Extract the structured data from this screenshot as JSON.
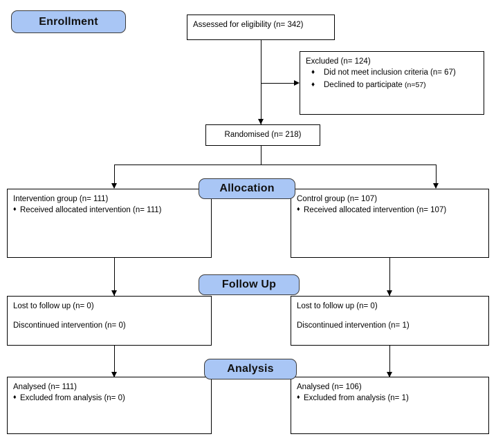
{
  "diagram": {
    "type": "consort-flow-diagram",
    "stages": [
      {
        "id": "enrollment",
        "label": "Enrollment"
      },
      {
        "id": "allocation",
        "label": "Allocation"
      },
      {
        "id": "followup",
        "label": "Follow Up"
      },
      {
        "id": "analysis",
        "label": "Analysis"
      }
    ],
    "colors": {
      "stage_fill": "#A9C6F5",
      "stage_border": "#3a3a3a",
      "box_border": "#000000",
      "background": "#ffffff",
      "text": "#000000"
    },
    "nodes": {
      "assessed": {
        "title": "Assessed for eligibility (n= 342)"
      },
      "excluded": {
        "title": "Excluded (n= 124)",
        "bullets": [
          {
            "text": "Did not meet inclusion criteria (n= 67)"
          },
          {
            "text": "Declined to participate ",
            "small": "(n=57)"
          }
        ]
      },
      "randomised": {
        "title": "Randomised (n= 218)"
      },
      "allocation_intervention": {
        "title": "Intervention group (n= 111)",
        "bullets": [
          "Received allocated intervention (n= 111)"
        ]
      },
      "allocation_control": {
        "title": "Control group (n= 107)",
        "bullets": [
          "Received allocated intervention (n= 107)"
        ]
      },
      "followup_intervention": {
        "line1": "Lost to follow up (n= 0)",
        "line2": "Discontinued intervention (n= 0)"
      },
      "followup_control": {
        "line1": "Lost to follow up (n= 0)",
        "line2": "Discontinued intervention (n= 1)"
      },
      "analysis_intervention": {
        "title": "Analysed (n= 111)",
        "bullets": [
          "Excluded from analysis (n= 0)"
        ]
      },
      "analysis_control": {
        "title": "Analysed (n= 106)",
        "bullets": [
          "Excluded from analysis (n= 1)"
        ]
      }
    }
  }
}
